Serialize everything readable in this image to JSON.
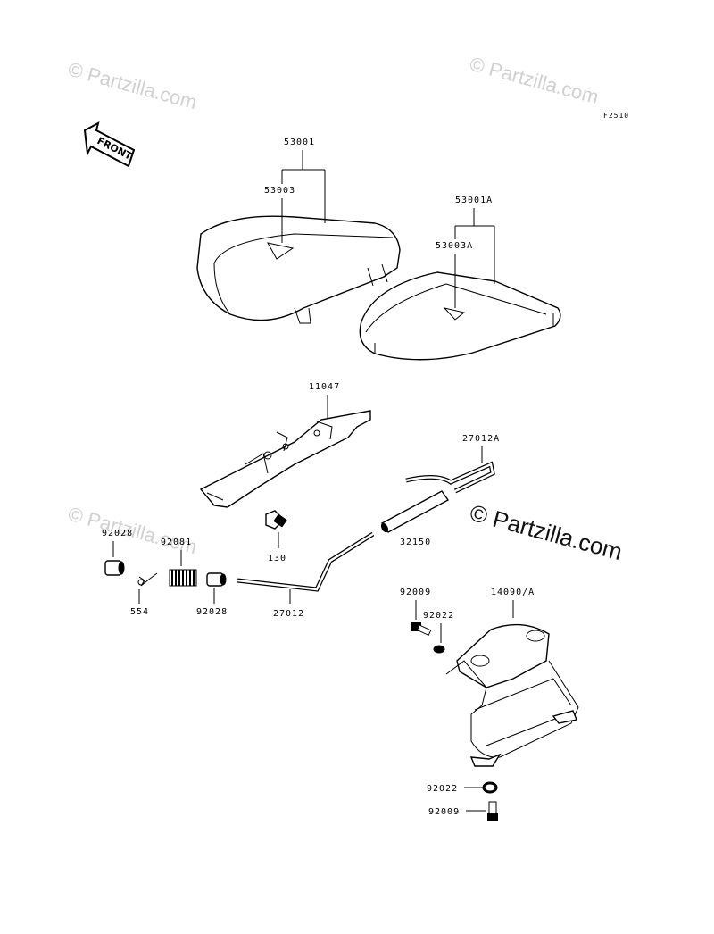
{
  "figure_code": "F2510",
  "front_label": "FRONT",
  "watermarks": [
    {
      "id": "wm1",
      "text": "© Partzilla.com"
    },
    {
      "id": "wm2",
      "text": "© Partzilla.com"
    },
    {
      "id": "wm3",
      "text": "© Partzilla.com"
    },
    {
      "id": "wm4",
      "text": "© Partzilla.com"
    }
  ],
  "parts": [
    {
      "id": "p53001",
      "number": "53001"
    },
    {
      "id": "p53003",
      "number": "53003"
    },
    {
      "id": "p53001A",
      "number": "53001A"
    },
    {
      "id": "p53003A",
      "number": "53003A"
    },
    {
      "id": "p11047",
      "number": "11047"
    },
    {
      "id": "p27012A",
      "number": "27012A"
    },
    {
      "id": "p92028a",
      "number": "92028"
    },
    {
      "id": "p92081",
      "number": "92081"
    },
    {
      "id": "p130",
      "number": "130"
    },
    {
      "id": "p32150",
      "number": "32150"
    },
    {
      "id": "p554",
      "number": "554"
    },
    {
      "id": "p92028b",
      "number": "92028"
    },
    {
      "id": "p27012",
      "number": "27012"
    },
    {
      "id": "p92009a",
      "number": "92009"
    },
    {
      "id": "p92022a",
      "number": "92022"
    },
    {
      "id": "p14090",
      "number": "14090/A"
    },
    {
      "id": "p92022b",
      "number": "92022"
    },
    {
      "id": "p92009b",
      "number": "92009"
    }
  ]
}
